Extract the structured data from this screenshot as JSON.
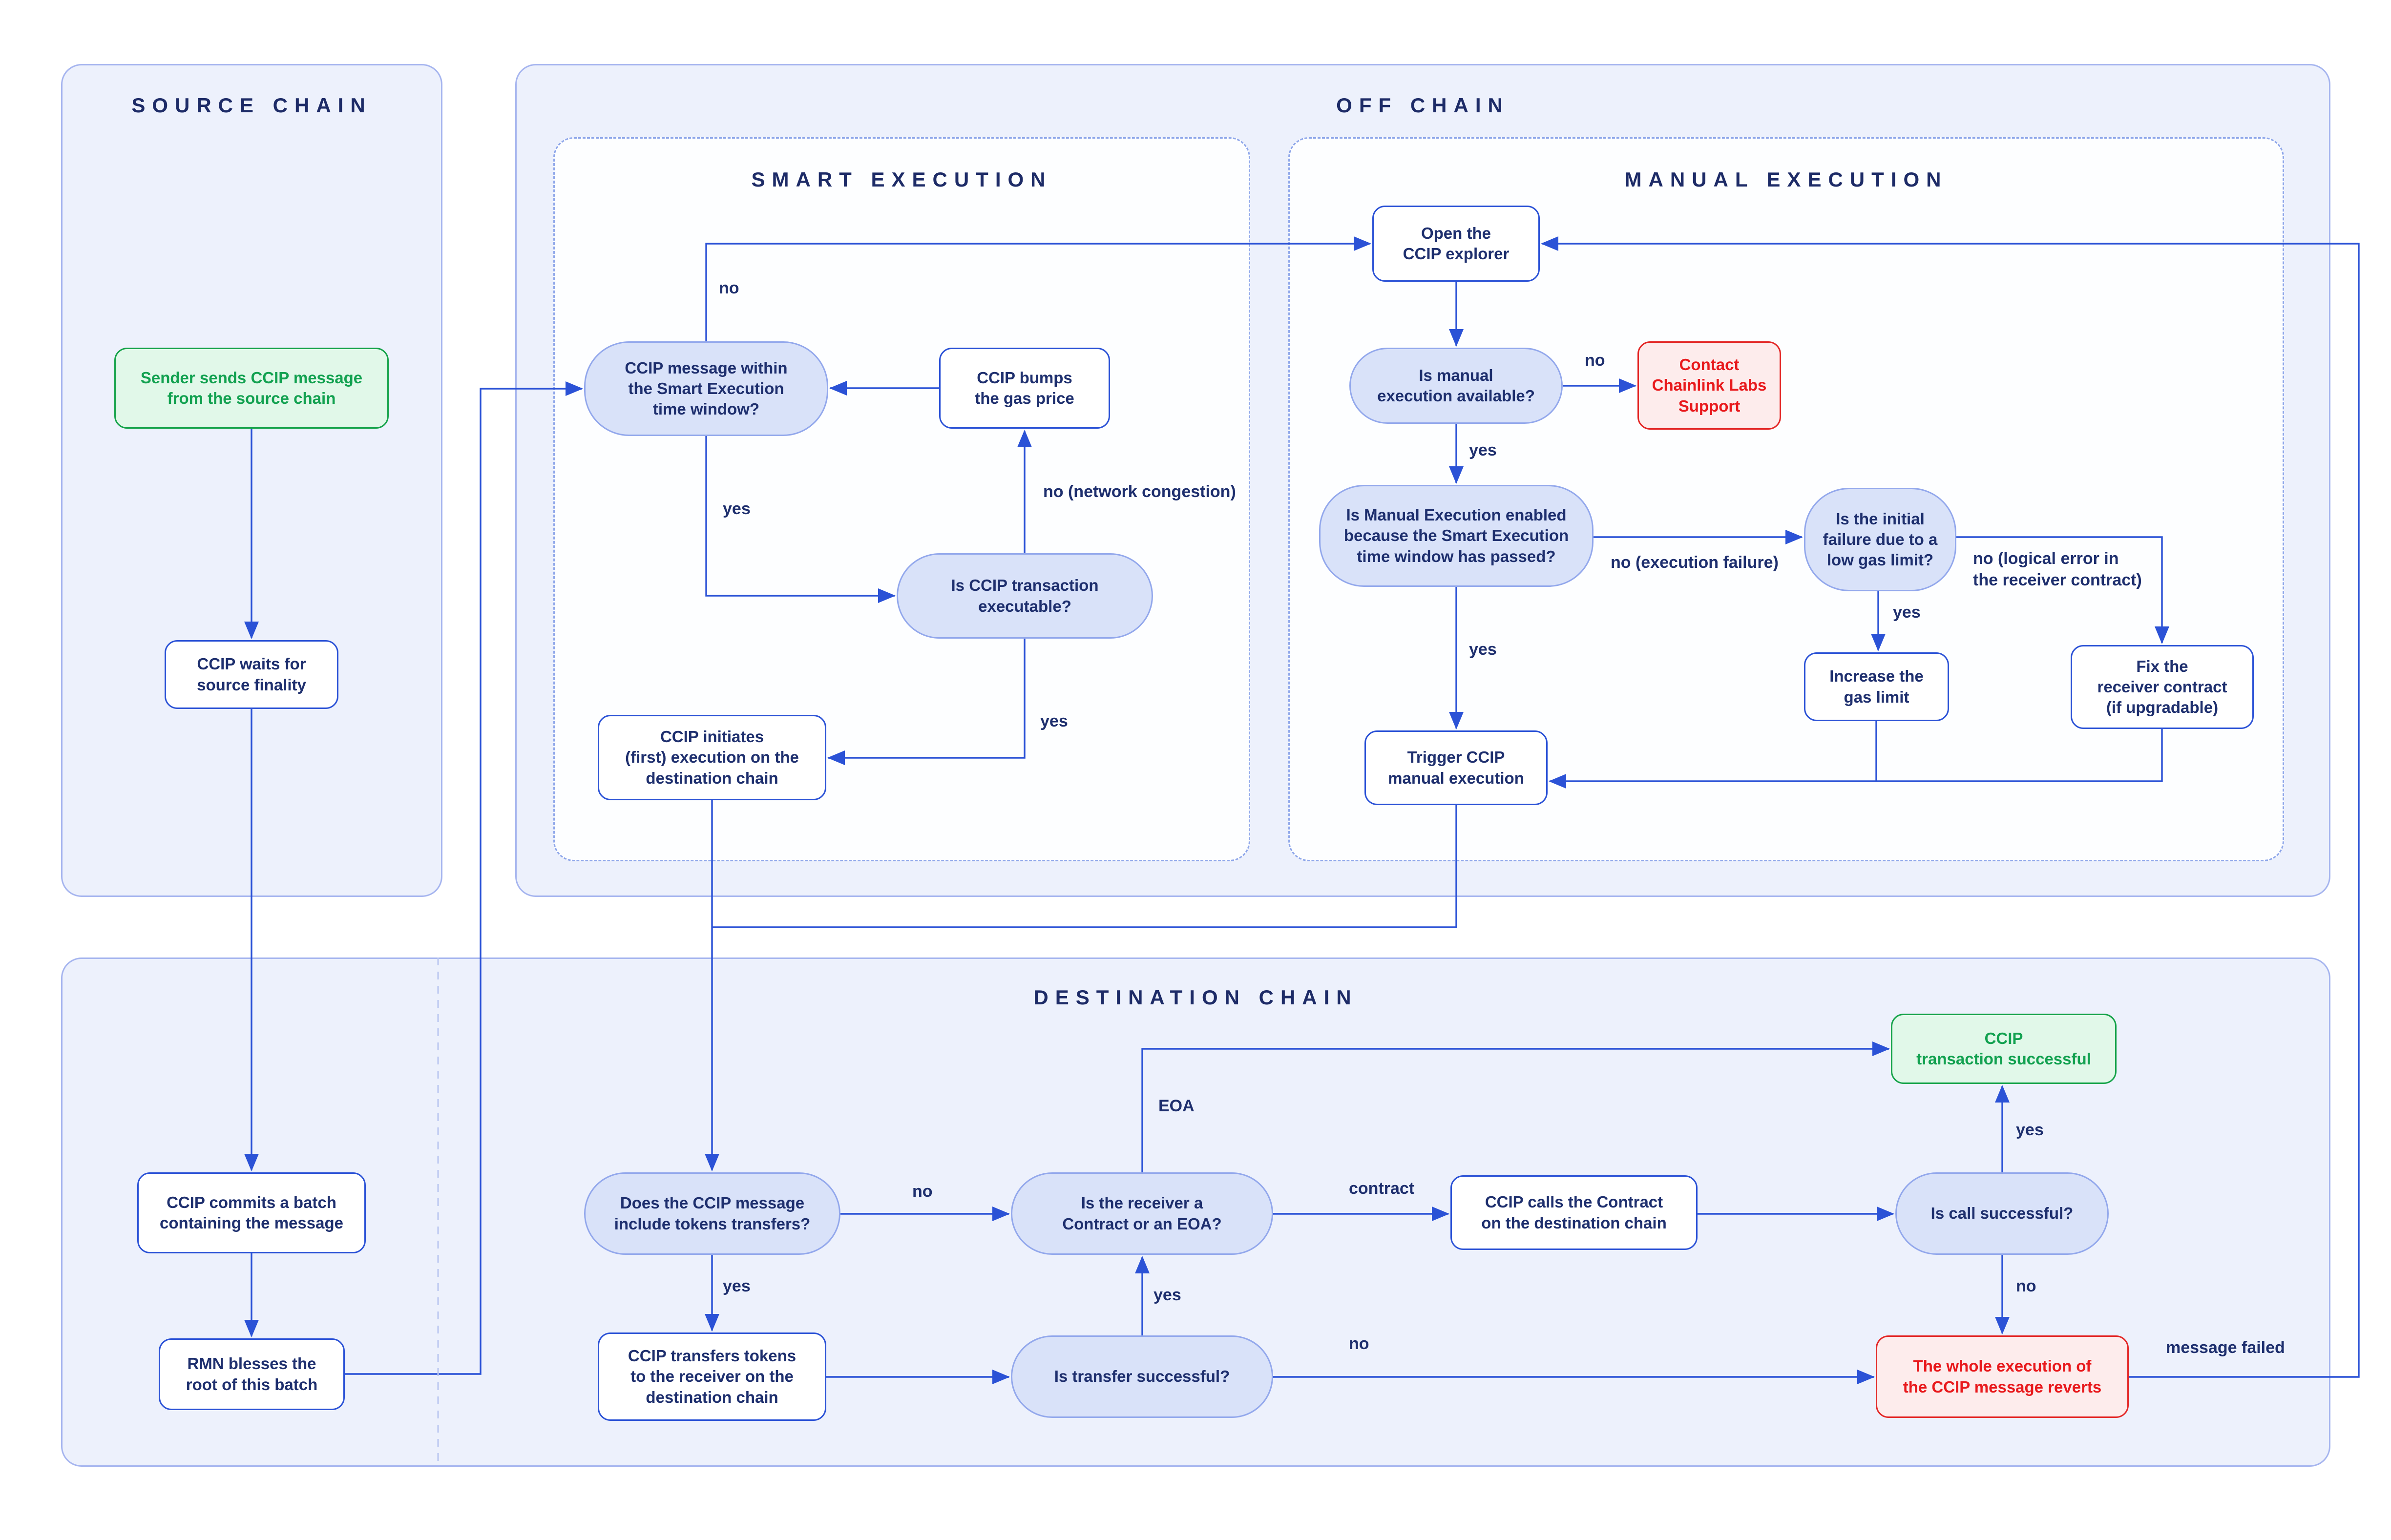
{
  "colors": {
    "accent_blue": "#2b52d6",
    "navy_text": "#1e2f6e",
    "panel_fill": "#edf1fc",
    "panel_border": "#a6b5ef",
    "pill_fill": "#d9e2f9",
    "pill_border": "#93a8ec",
    "success_border": "#16a34a",
    "success_fill": "#e1f8e9",
    "success_text": "#12a150",
    "danger_border": "#e32726",
    "danger_fill": "#fdecec",
    "danger_text": "#e8191c"
  },
  "panels": {
    "source": {
      "title": "SOURCE CHAIN"
    },
    "offchain": {
      "title": "OFF CHAIN"
    },
    "smart": {
      "title": "SMART EXECUTION"
    },
    "manual": {
      "title": "MANUAL EXECUTION"
    },
    "destination": {
      "title": "DESTINATION CHAIN"
    }
  },
  "nodes": {
    "sender": {
      "label": "Sender sends CCIP message\nfrom the source chain"
    },
    "waits": {
      "label": "CCIP waits for\nsource finality"
    },
    "commits": {
      "label": "CCIP commits a batch\ncontaining the message"
    },
    "rmn": {
      "label": "RMN blesses the\nroot of this batch"
    },
    "window": {
      "label": "CCIP message within\nthe Smart Execution\ntime window?"
    },
    "bumps": {
      "label": "CCIP bumps\nthe gas price"
    },
    "executable": {
      "label": "Is CCIP transaction\nexecutable?"
    },
    "initiates": {
      "label": "CCIP initiates\n(first) execution on the\ndestination chain"
    },
    "explorer": {
      "label": "Open the\nCCIP explorer"
    },
    "available": {
      "label": "Is manual\nexecution available?"
    },
    "contact": {
      "label": "Contact\nChainlink Labs\nSupport"
    },
    "enabled": {
      "label": "Is Manual Execution enabled\nbecause the Smart Execution\ntime window has passed?"
    },
    "lowgas": {
      "label": "Is the initial\nfailure due to a\nlow gas limit?"
    },
    "increase": {
      "label": "Increase the\ngas limit"
    },
    "fix": {
      "label": "Fix the\nreceiver contract\n(if upgradable)"
    },
    "trigger": {
      "label": "Trigger CCIP\nmanual execution"
    },
    "tokens": {
      "label": "Does the CCIP message\ninclude tokens transfers?"
    },
    "receiver": {
      "label": "Is the receiver a\nContract or an EOA?"
    },
    "calls": {
      "label": "CCIP calls the Contract\non the destination chain"
    },
    "callok": {
      "label": "Is call successful?"
    },
    "success": {
      "label": "CCIP\ntransaction successful"
    },
    "transfers": {
      "label": "CCIP transfers tokens\nto the receiver on the\ndestination chain"
    },
    "transferok": {
      "label": "Is transfer successful?"
    },
    "reverts": {
      "label": "The whole execution of\nthe CCIP message reverts"
    }
  },
  "edge_labels": {
    "no_window": "no",
    "yes_window": "yes",
    "no_congestion": "no (network congestion)",
    "yes_executable": "yes",
    "no_available": "no",
    "yes_available": "yes",
    "no_exec_failure": "no (execution failure)",
    "yes_lowgas": "yes",
    "no_logical": "no (logical error in\nthe receiver contract)",
    "yes_enabled": "yes",
    "no_tokens": "no",
    "yes_tokens": "yes",
    "eoa": "EOA",
    "contract": "contract",
    "yes_call": "yes",
    "no_call": "no",
    "yes_transfer": "yes",
    "no_transfer": "no",
    "message_failed": "message failed"
  }
}
